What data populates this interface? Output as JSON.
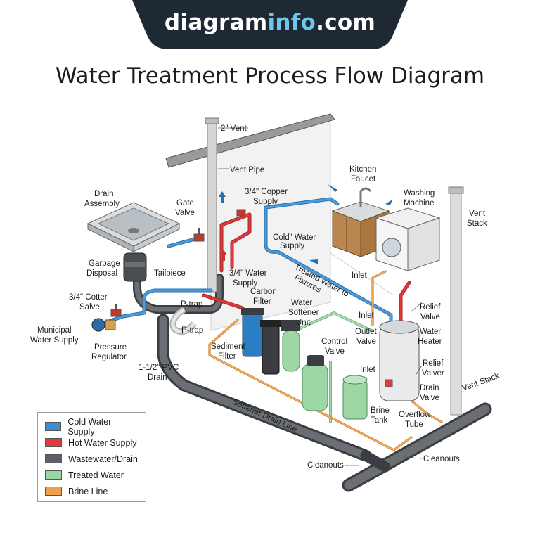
{
  "brand": {
    "part1": "diagram",
    "part2": "info",
    "part3": ".com"
  },
  "title": "Water Treatment Process Flow Diagram",
  "labels": {
    "vent2": "2\" Vent",
    "vent_pipe": "Vent Pipe",
    "copper1": "3/4\" Copper",
    "copper2": "Supply",
    "kitchen1": "Kitchen",
    "kitchen2": "Faucet",
    "washing1": "Washing",
    "washing2": "Machine",
    "ventstack1": "Vent",
    "ventstack2": "Stack",
    "drain1": "Drain",
    "drain2": "Assembly",
    "gate1": "Gate",
    "gate2": "Valve",
    "cold1": "Cold\" Water",
    "cold2": "Supply",
    "garbage1": "Garbage",
    "garbage2": "Disposal",
    "tailpiece": "Tailpiece",
    "water34_1": "3/4\" Water",
    "water34_2": "Supply",
    "treated1": "Treated Water to",
    "treated2": "Fixtures",
    "inlet_a": "Inlet",
    "cotter1": "3/4\" Cotter",
    "cotter2": "Salve",
    "ptrap_a": "P-trap",
    "carbon1": "Carbon",
    "carbon2": "Filter",
    "softener1": "Water",
    "softener2": "Softener",
    "softener3": "Unit",
    "inlet_b": "Inlet",
    "relief1": "Relief",
    "relief2": "Valve",
    "municipal1": "Municipal",
    "municipal2": "Water Supply",
    "pressure1": "Pressure",
    "pressure2": "Regulator",
    "ptrap_b": "P-trap",
    "outlet1": "Outlet",
    "outlet2": "Valve",
    "heater1": "Water",
    "heater2": "Heater",
    "sediment1": "Sediment",
    "sediment2": "Filter",
    "control1": "Control",
    "control2": "Valve",
    "relief3": "Relief",
    "relief4": "Valver",
    "pvc1": "1-1/2\" PVC",
    "pvc2": "Drain",
    "inlet_c": "Inlet",
    "drainv1": "Drain",
    "drainv2": "Valve",
    "ventstack3": "Vent Stack",
    "brine1": "Brine",
    "brine2": "Tank",
    "overflow1": "Overflow",
    "overflow2": "Tube",
    "softener_drain": "Softener Drain Line",
    "cleanouts_a": "Cleanouts",
    "cleanouts_b": "Cleanouts"
  },
  "legend": [
    {
      "label": "Cold Water Supply",
      "color": "#3b8fd6"
    },
    {
      "label": "Hot Water Supply",
      "color": "#e2393d"
    },
    {
      "label": "Wastewater/Drain",
      "color": "#5d6064"
    },
    {
      "label": "Treated Water",
      "color": "#9ad6a0"
    },
    {
      "label": "Brine Line",
      "color": "#f0a04a"
    }
  ],
  "colors": {
    "banner": "#1f2933",
    "cold": "#3b8fd6",
    "hot": "#e2393d",
    "drain": "#5d6064",
    "treated": "#9ad6a0",
    "brine": "#f0a04a"
  }
}
